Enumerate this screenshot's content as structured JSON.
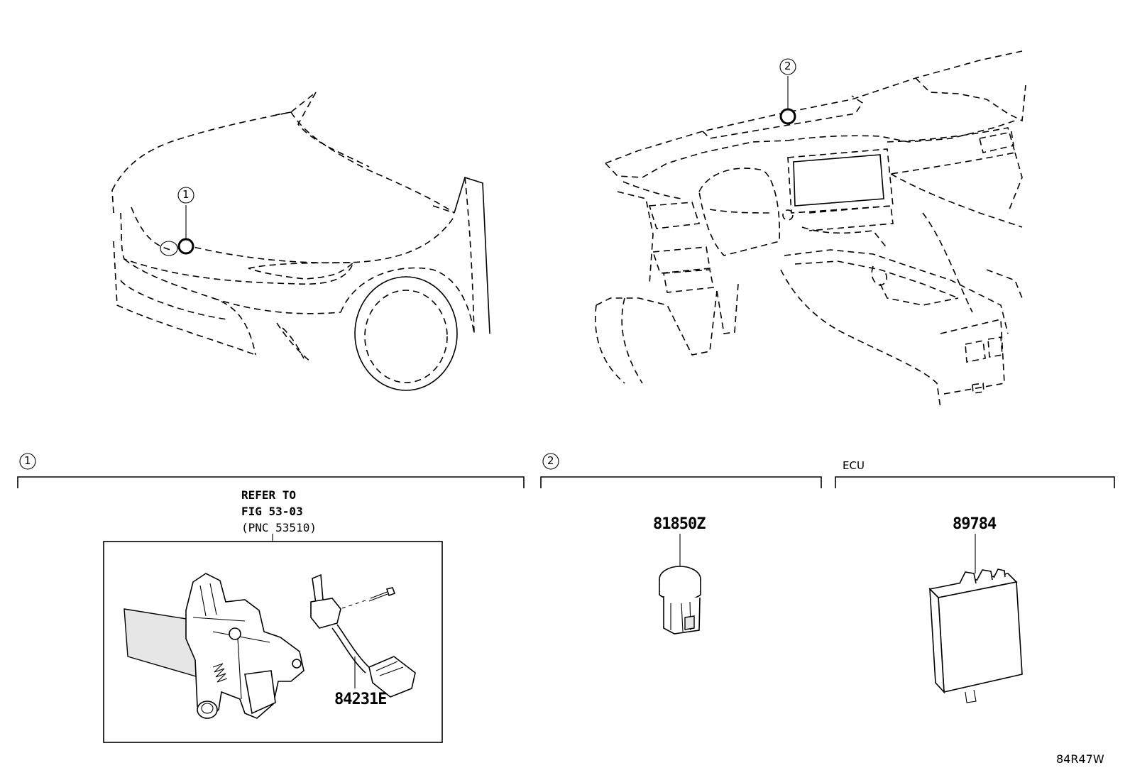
{
  "callouts": {
    "one": "1",
    "two": "2"
  },
  "sections": {
    "one_label": "1",
    "two_label": "2",
    "ecu_label": "ECU"
  },
  "refer": {
    "line1": "REFER TO",
    "line2": "FIG 53-03",
    "line3": "(PNC 53510)"
  },
  "parts": {
    "hood_switch": "84231E",
    "sensor": "81850Z",
    "ecu_module": "89784"
  },
  "figure_code": "84R47W"
}
